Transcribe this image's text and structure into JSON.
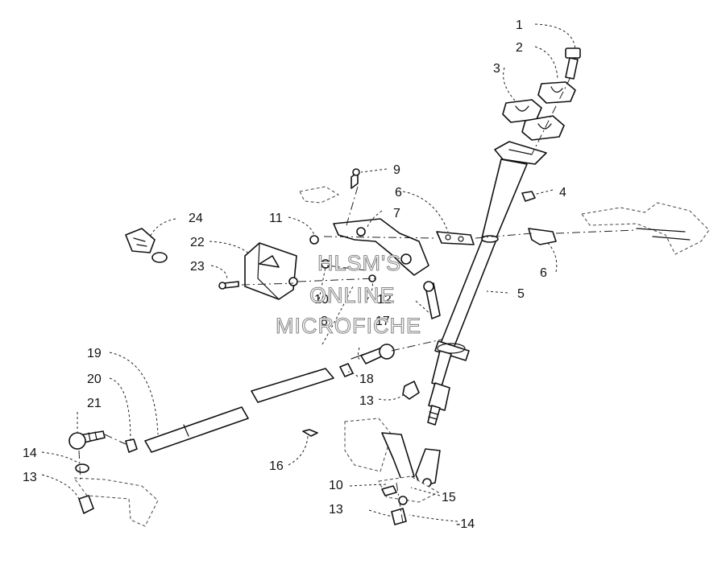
{
  "watermark": {
    "line1": "HLSM'S",
    "line2": "ONLINE",
    "line3": "MICROFICHE"
  },
  "callouts": {
    "c1": "1",
    "c2": "2",
    "c3": "3",
    "c4": "4",
    "c5": "5",
    "c6a": "6",
    "c6b": "6",
    "c7": "7",
    "c8": "8",
    "c9": "9",
    "c10a": "10",
    "c10b": "10",
    "c11": "11",
    "c12": "12",
    "c13a": "13",
    "c13b": "13",
    "c13c": "13",
    "c14a": "14",
    "c14b": "-14",
    "c15": "15",
    "c16": "16",
    "c17": "17",
    "c18": "18",
    "c19": "19",
    "c20": "20",
    "c21": "21",
    "c22": "22",
    "c23": "23",
    "c24": "24"
  }
}
